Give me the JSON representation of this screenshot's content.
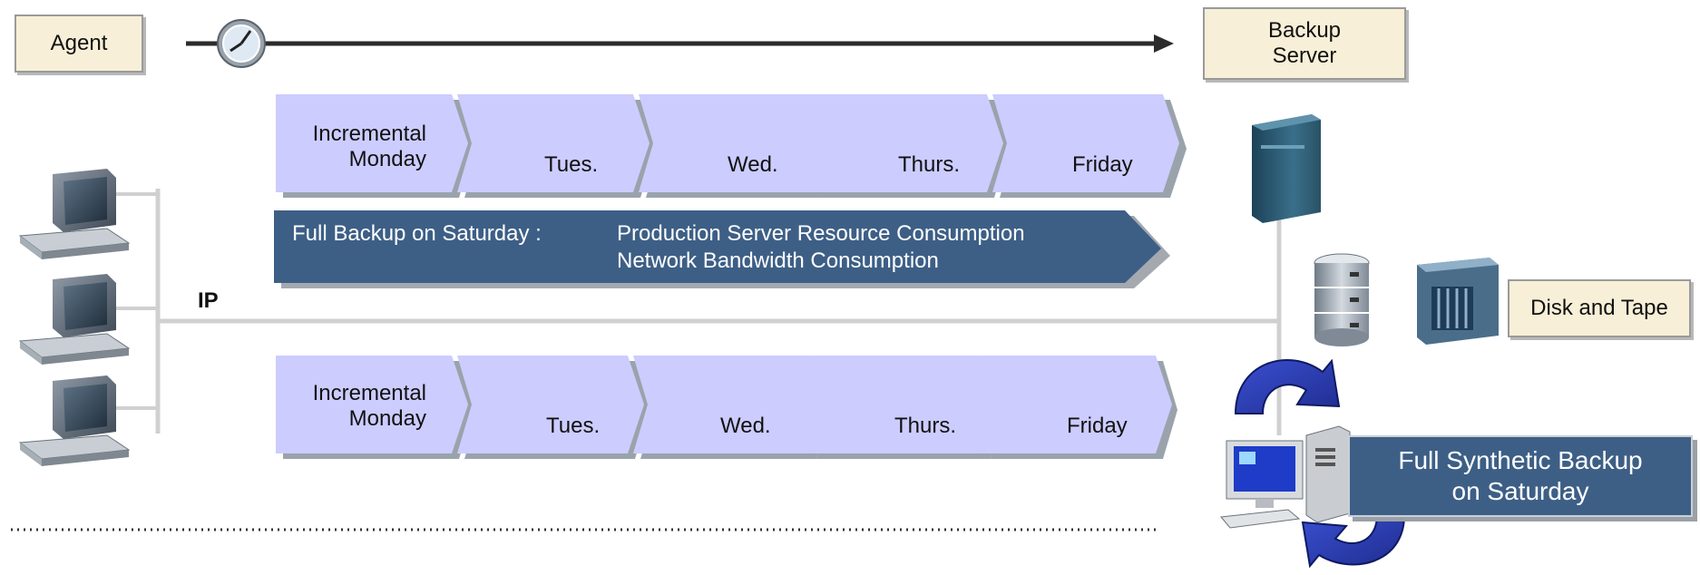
{
  "nodes": {
    "agent": "Agent",
    "backup_server_line1": "Backup",
    "backup_server_line2": "Server",
    "disk_tape": "Disk and Tape",
    "ip": "IP"
  },
  "top_row": {
    "monday_line1": "Incremental",
    "monday_line2": "Monday",
    "days": [
      "Tues.",
      "Wed.",
      "Thurs.",
      "Friday"
    ]
  },
  "full_backup": {
    "title": "Full Backup on Saturday :",
    "line1": "Production Server Resource Consumption",
    "line2": "Network Bandwidth Consumption"
  },
  "bottom_row": {
    "monday_line1": "Incremental",
    "monday_line2": "Monday",
    "days": [
      "Tues.",
      "Wed.",
      "Thurs.",
      "Friday"
    ]
  },
  "synthetic": {
    "line1": "Full Synthetic Backup",
    "line2": "on Saturday"
  },
  "colors": {
    "chevron_fill": "#ccccff",
    "banner_fill": "#3d5f86",
    "box_fill": "#f7efd7"
  }
}
